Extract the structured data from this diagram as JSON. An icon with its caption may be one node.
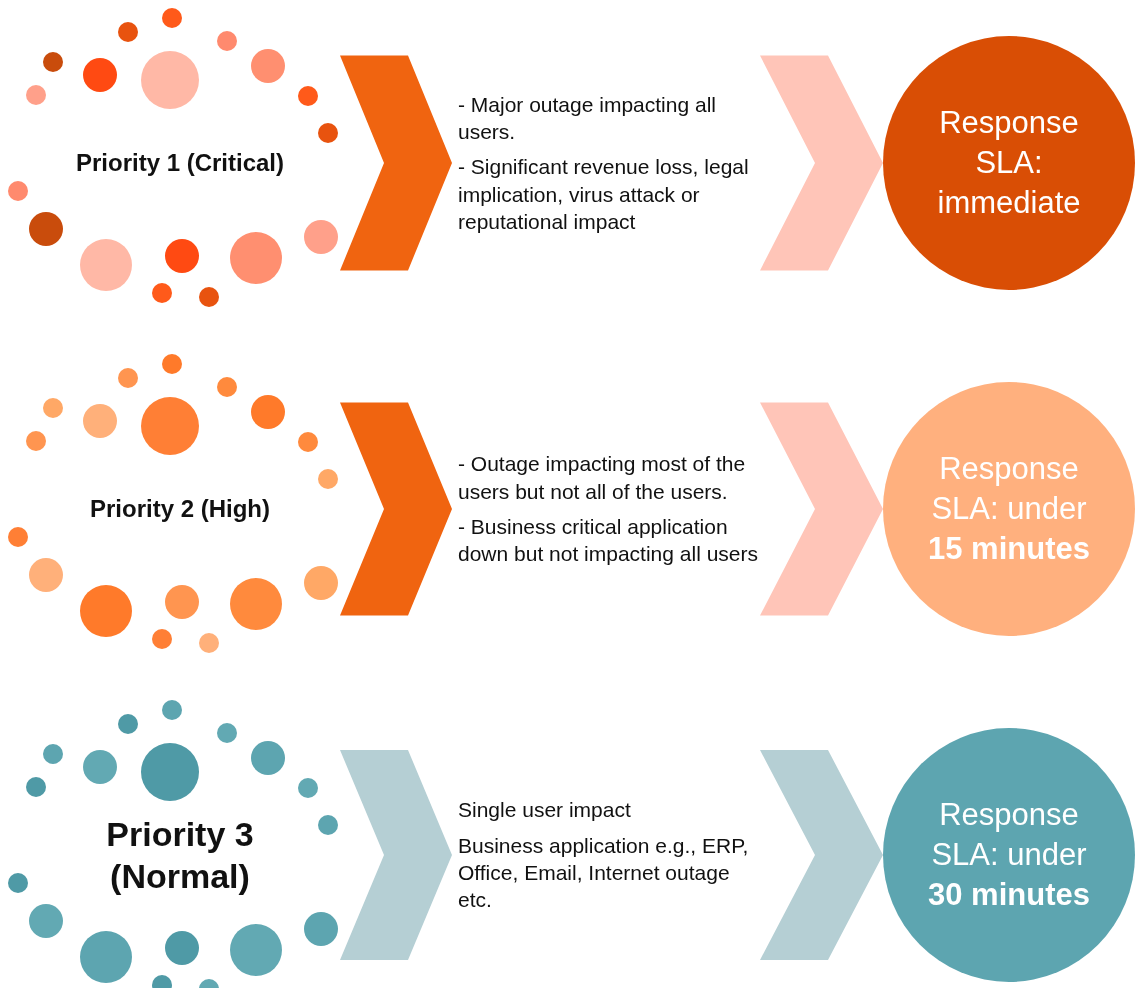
{
  "diagram": {
    "nodes": [
      {
        "text": [
          "Priority 1 (Critical)"
        ]
      },
      {
        "text": [
          "- Major outage impacting all users.",
          "- Significant revenue loss, legal implication, virus attack or reputational impact"
        ]
      },
      {
        "text": [
          "Response SLA: immediate"
        ]
      },
      {
        "text": [
          "Priority 2 (High)"
        ]
      },
      {
        "text": [
          "- Outage impacting most of the users but not all of the users.",
          "- Business critical application down but not impacting all users"
        ]
      },
      {
        "text": [
          "Response SLA: under **15 minutes**"
        ]
      },
      {
        "text": [
          "Priority 3 (Normal)"
        ]
      },
      {
        "text": [
          "Single user impact",
          "Business application e.g., ERP, Office, Email, Internet outage etc."
        ]
      },
      {
        "text": [
          "Response SLA: under **30 minutes**"
        ]
      }
    ],
    "edges": [
      {
        "from": 0,
        "to": 1,
        "arrow": "to",
        "color": "#f06410"
      },
      {
        "from": 1,
        "to": 2,
        "arrow": "to",
        "color": "#ffc5b8"
      },
      {
        "from": 3,
        "to": 4,
        "arrow": "to",
        "color": "#f06410"
      },
      {
        "from": 4,
        "to": 5,
        "arrow": "to",
        "color": "#ffc5b8"
      },
      {
        "from": 6,
        "to": 7,
        "arrow": "to",
        "color": "#b5cfd4"
      },
      {
        "from": 7,
        "to": 8,
        "arrow": "to",
        "color": "#b5cfd4"
      }
    ]
  }
}
